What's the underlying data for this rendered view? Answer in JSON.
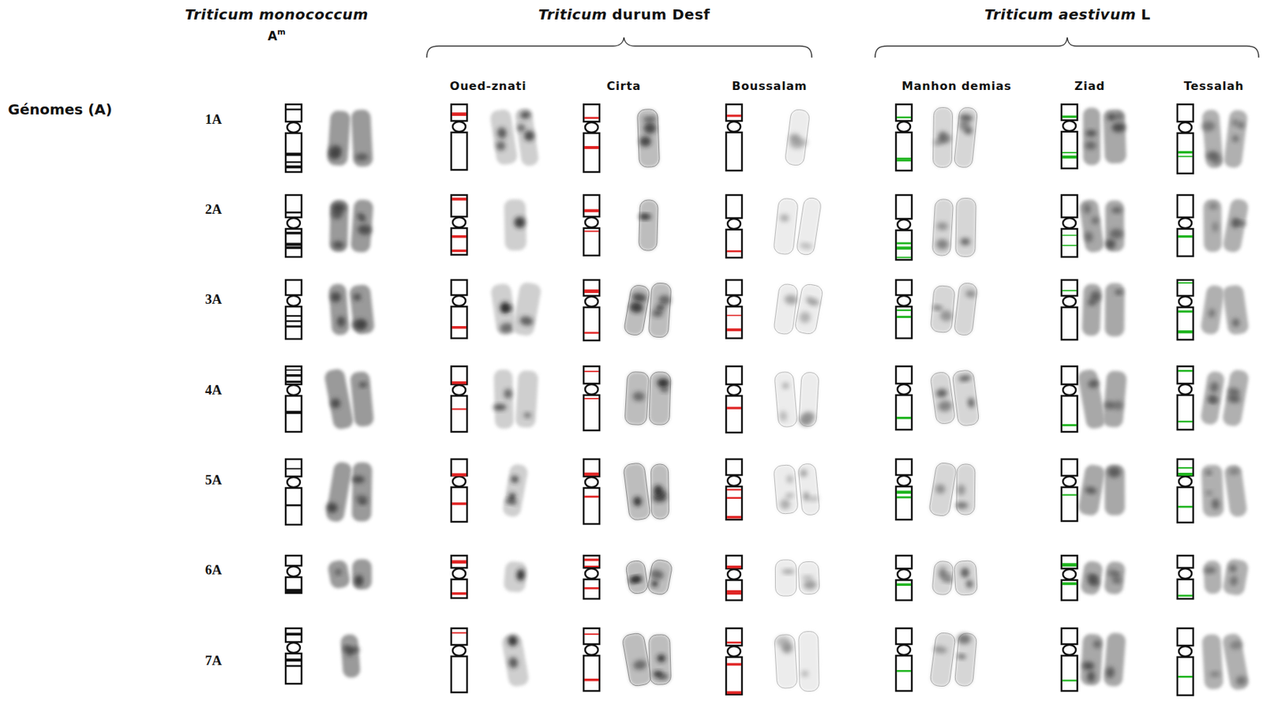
{
  "diagram": {
    "labels": [
      "Triticum monococcum",
      "A",
      "m",
      "Triticum",
      "durum Desf",
      "Triticum aestivum",
      "L",
      "Oued-znati",
      "Cirta",
      "Boussalam",
      "Manhon demias",
      "Ziad",
      "Tessalah",
      "Génomes (A)",
      "1A",
      "2A",
      "3A",
      "4A",
      "5A",
      "6A",
      "7A"
    ]
  }
}
